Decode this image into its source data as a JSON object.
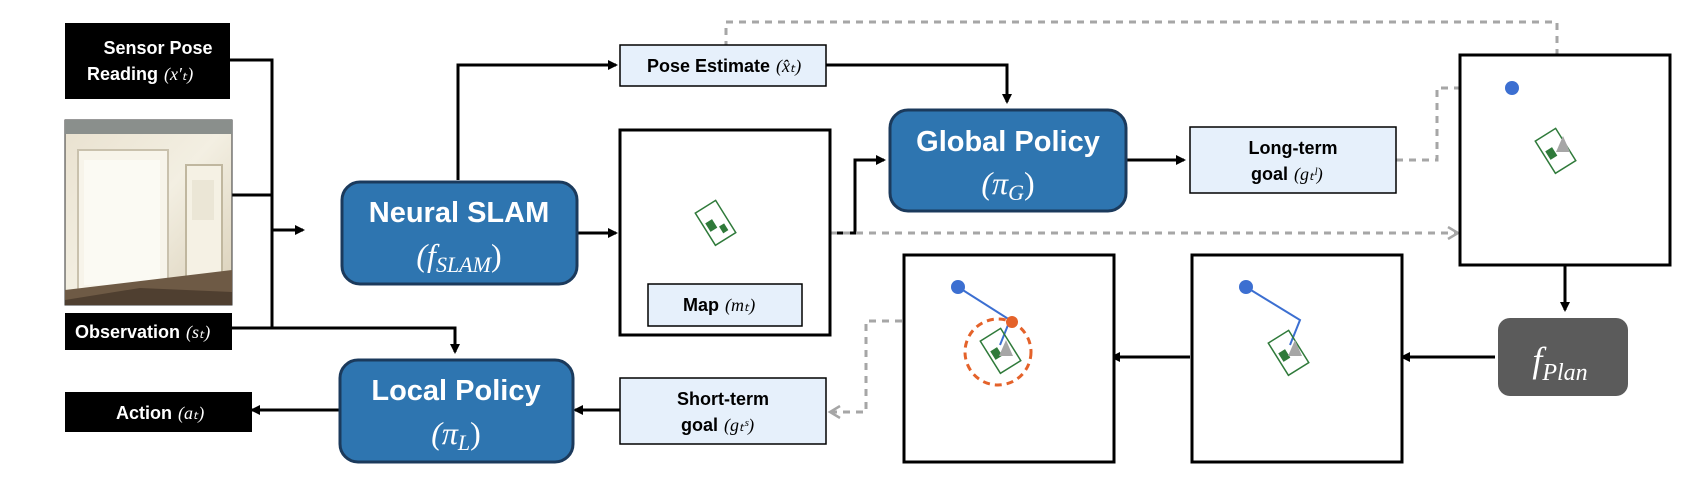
{
  "colors": {
    "module_blue": "#2e75b0",
    "module_border": "#1b3a5c",
    "info_box_fill": "#e6f0fb",
    "black_box": "#000000",
    "plan_box": "#5b5b5b",
    "dot_blue": "#3c6fd1",
    "dot_orange": "#e4622a",
    "dashed_grey": "#a6a6a6",
    "map_green": "#2f7a3a"
  },
  "inputs": {
    "sensor_pose": {
      "line1": "Sensor Pose",
      "line2": "Reading",
      "symbol": "(x′ₜ)"
    },
    "observation": {
      "label": "Observation",
      "symbol": "(sₜ)"
    },
    "action": {
      "label": "Action",
      "symbol": "(aₜ)"
    },
    "photo_icon": "observation-photo"
  },
  "modules": {
    "neural_slam": {
      "name": "Neural SLAM",
      "symbol": "(f",
      "sub": "SLAM",
      "close": ")"
    },
    "global_policy": {
      "name": "Global Policy",
      "symbol": "(π",
      "sub": "G",
      "close": ")"
    },
    "local_policy": {
      "name": "Local Policy",
      "symbol": "(π",
      "sub": "L",
      "close": ")"
    },
    "planner": {
      "symbol": "f",
      "sub": "Plan"
    }
  },
  "info_boxes": {
    "pose_estimate": {
      "label": "Pose Estimate",
      "symbol": "(x̂ₜ)"
    },
    "map": {
      "label": "Map",
      "symbol": "(mₜ)"
    },
    "long_term_goal": {
      "line1": "Long-term",
      "line2": "goal",
      "symbol": "(gₜˡ)"
    },
    "short_term_goal": {
      "line1": "Short-term",
      "line2": "goal",
      "symbol": "(gₜˢ)"
    }
  }
}
